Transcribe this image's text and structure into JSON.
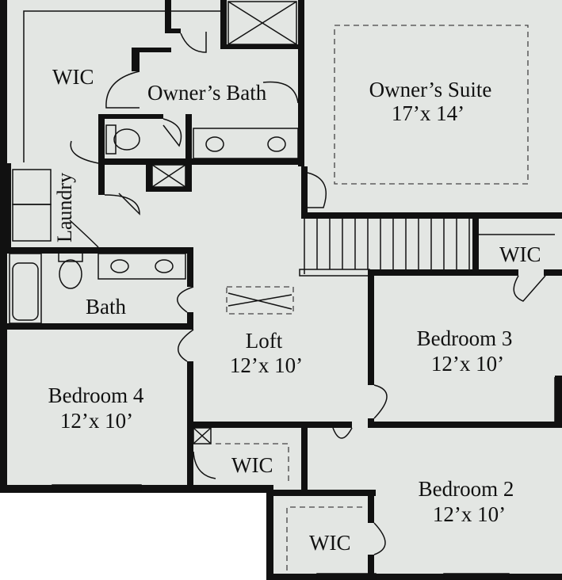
{
  "rooms": {
    "wic_owner": {
      "label": "WIC"
    },
    "owners_bath": {
      "label": "Owner’s Bath"
    },
    "owners_suite": {
      "label": "Owner’s Suite",
      "size": "17’x 14’"
    },
    "laundry": {
      "label": "Laundry"
    },
    "wic_bed3": {
      "label": "WIC"
    },
    "bath": {
      "label": "Bath"
    },
    "loft": {
      "label": "Loft",
      "size": "12’x 10’"
    },
    "bedroom3": {
      "label": "Bedroom 3",
      "size": "12’x 10’"
    },
    "bedroom4": {
      "label": "Bedroom 4",
      "size": "12’x 10’"
    },
    "wic_bed4": {
      "label": "WIC"
    },
    "bedroom2": {
      "label": "Bedroom 2",
      "size": "12’x 10’"
    },
    "wic_bed2": {
      "label": "WIC"
    }
  },
  "colors": {
    "floor": "#e3e6e3",
    "wall": "#111111",
    "background": "#ffffff"
  }
}
